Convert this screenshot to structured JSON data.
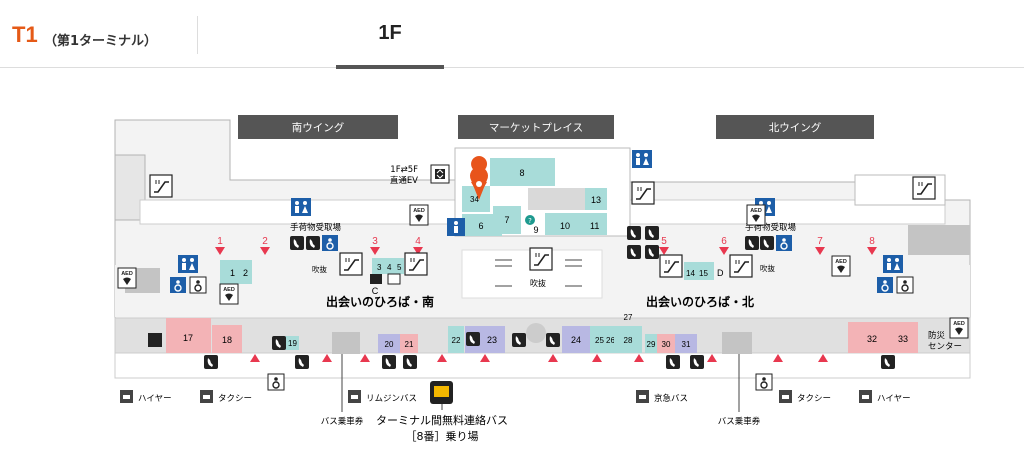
{
  "header": {
    "terminal_code": "T1",
    "terminal_name": "（第1ターミナル）",
    "floor_tab": "1F"
  },
  "map": {
    "wings": {
      "south": "南ウイング",
      "market": "マーケットプレイス",
      "north": "北ウイング"
    },
    "elevator_note": [
      "1F⇄5F",
      "直通EV"
    ],
    "baggage_south": "手荷物受取場",
    "baggage_north": "手荷物受取場",
    "plaza_south": "出会いのひろば・南",
    "plaza_north": "出会いのひろば・北",
    "atrium": "吹抜",
    "disaster_center": [
      "防災",
      "センター"
    ],
    "transport": {
      "hire": "ハイヤー",
      "taxi": "タクシー",
      "limousine": "リムジンバス",
      "keikyu": "京急バス",
      "bus_ticket": "バス乗車券",
      "shuttle_line1": "ターミナル間無料連絡バス",
      "shuttle_line2": "［8番］乗り場"
    },
    "gate_numbers": [
      "1",
      "2",
      "3",
      "4",
      "5",
      "6",
      "7",
      "8"
    ],
    "marker_label_c": "C",
    "marker_label_d": "D",
    "shops": {
      "s1": "1",
      "s2": "2",
      "s3": "3",
      "s4": "4",
      "s5": "5",
      "s6": "6",
      "s7": "7",
      "s8": "8",
      "s9": "9",
      "s10": "10",
      "s11": "11",
      "s13": "13",
      "s14": "14",
      "s15": "15",
      "s17": "17",
      "s18": "18",
      "s19": "19",
      "s20": "20",
      "s21": "21",
      "s22": "22",
      "s23": "23",
      "s24": "24",
      "s25": "25",
      "s26": "26",
      "s27": "27",
      "s28": "28",
      "s29": "29",
      "s30": "30",
      "s31": "31",
      "s32": "32",
      "s33": "33",
      "s34": "34"
    },
    "aed": "AED",
    "colors": {
      "teal": "#a8dcd9",
      "pink": "#f3b3b6",
      "lavender": "#b8b8e3",
      "gray": "#d9d9d9",
      "dark_gray": "#c4c4c4",
      "wing_label": "#555555",
      "gate_red": "#e8384f",
      "toilet_blue": "#1d5ea8",
      "pin": "#e8541b",
      "bus_yellow": "#f5b800"
    }
  }
}
